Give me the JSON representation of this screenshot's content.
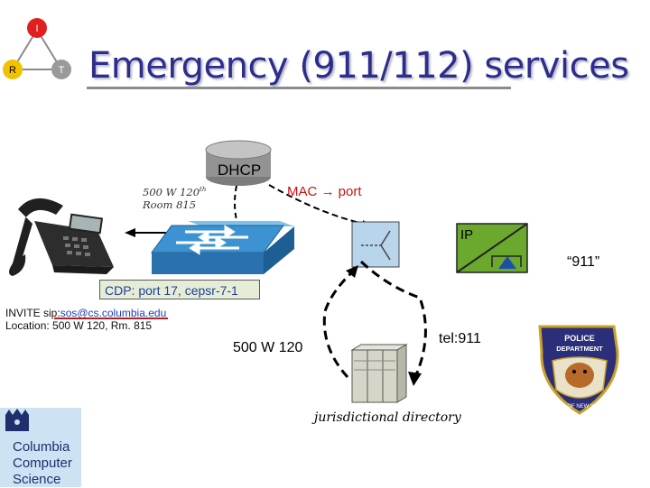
{
  "slide": {
    "title": "Emergency (911/112) services",
    "logo": {
      "top": "I",
      "left": "R",
      "right": "T"
    },
    "footer_logo": {
      "lines": [
        "Columbia",
        "Computer",
        "Science"
      ]
    }
  },
  "diagram": {
    "address": {
      "line1": "500 W 120",
      "line1_sup": "th",
      "line2": "Room 815"
    },
    "dhcp_label": "DHCP",
    "mac_label": "MAC → port",
    "ip_label": "IP",
    "call_label": "“911”",
    "cdp_text": "CDP: port 17, cepsr-7-1",
    "invite": {
      "line1_prefix": "INVITE sip:",
      "line1_link": "sos@cs.columbia.edu",
      "line2": "Location: 500 W 120, Rm. 815"
    },
    "location_label": "500 W 120",
    "tel_label": "tel:911",
    "directory_label": "jurisdictional directory",
    "police_badge": {
      "line1": "POLICE",
      "line2": "DEPARTMENT",
      "arc": "CITY OF NEW YORK"
    }
  },
  "colors": {
    "title": "#2d2d8c",
    "mac_label": "#cc1111",
    "cdp_text": "#1f3e99",
    "gateway_green": "#6aa82e",
    "switch_blue": "#3d93d1",
    "logo_blue": "#cde2f2"
  }
}
